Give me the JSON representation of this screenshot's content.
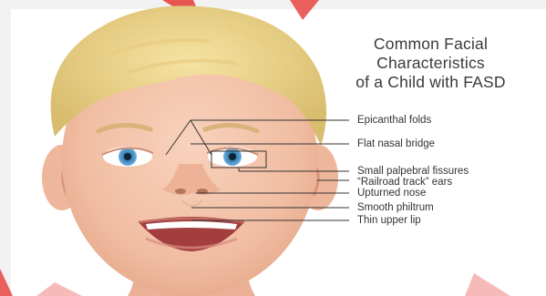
{
  "title_lines": [
    "Common Facial",
    "Characteristics",
    "of a Child with FASD"
  ],
  "labels": {
    "epicanthal": "Epicanthal folds",
    "flat_nasal": "Flat nasal bridge",
    "palpebral": "Small palpebral fissures",
    "railroad": "“Railroad track” ears",
    "upturned": "Upturned nose",
    "philtrum": "Smooth philtrum",
    "thin_lip": "Thin upper lip"
  },
  "colors": {
    "accent_red": "#e53935",
    "skin": "#f3c2a8",
    "hair": "#efd78a",
    "iris": "#3f8fc6"
  }
}
